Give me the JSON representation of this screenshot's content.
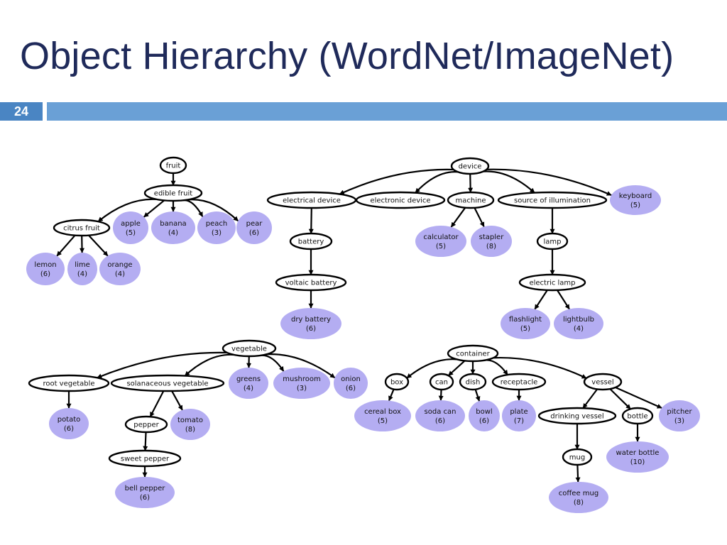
{
  "slide": {
    "title": "Object Hierarchy (WordNet/ImageNet)",
    "number": "24"
  },
  "colors": {
    "title": "#1f2a5a",
    "slide_number_bg": "#4a85c3",
    "header_bar": "#6aa0d6",
    "leaf_fill": "#b4adf2",
    "edge": "#000000"
  },
  "nodes": {
    "fruit": {
      "label": "fruit"
    },
    "edible_fruit": {
      "label": "edible fruit"
    },
    "citrus_fruit": {
      "label": "citrus fruit"
    },
    "apple": {
      "label": "apple",
      "count": "(5)"
    },
    "banana": {
      "label": "banana",
      "count": "(4)"
    },
    "peach": {
      "label": "peach",
      "count": "(3)"
    },
    "pear": {
      "label": "pear",
      "count": "(6)"
    },
    "lemon": {
      "label": "lemon",
      "count": "(6)"
    },
    "lime": {
      "label": "lime",
      "count": "(4)"
    },
    "orange": {
      "label": "orange",
      "count": "(4)"
    },
    "device": {
      "label": "device"
    },
    "electrical_device": {
      "label": "electrical device"
    },
    "electronic_device": {
      "label": "electronic device"
    },
    "machine": {
      "label": "machine"
    },
    "source_of_illumination": {
      "label": "source of illumination"
    },
    "keyboard": {
      "label": "keyboard",
      "count": "(5)"
    },
    "battery": {
      "label": "battery"
    },
    "voltaic_battery": {
      "label": "voltaic battery"
    },
    "dry_battery": {
      "label": "dry battery",
      "count": "(6)"
    },
    "calculator": {
      "label": "calculator",
      "count": "(5)"
    },
    "stapler": {
      "label": "stapler",
      "count": "(8)"
    },
    "lamp": {
      "label": "lamp"
    },
    "electric_lamp": {
      "label": "electric lamp"
    },
    "flashlight": {
      "label": "flashlight",
      "count": "(5)"
    },
    "lightbulb": {
      "label": "lightbulb",
      "count": "(4)"
    },
    "vegetable": {
      "label": "vegetable"
    },
    "root_vegetable": {
      "label": "root vegetable"
    },
    "solanaceous_vegetable": {
      "label": "solanaceous vegetable"
    },
    "greens": {
      "label": "greens",
      "count": "(4)"
    },
    "mushroom": {
      "label": "mushroom",
      "count": "(3)"
    },
    "onion": {
      "label": "onion",
      "count": "(6)"
    },
    "potato": {
      "label": "potato",
      "count": "(6)"
    },
    "pepper": {
      "label": "pepper"
    },
    "tomato": {
      "label": "tomato",
      "count": "(8)"
    },
    "sweet_pepper": {
      "label": "sweet pepper"
    },
    "bell_pepper": {
      "label": "bell pepper",
      "count": "(6)"
    },
    "container": {
      "label": "container"
    },
    "box": {
      "label": "box"
    },
    "can": {
      "label": "can"
    },
    "dish": {
      "label": "dish"
    },
    "receptacle": {
      "label": "receptacle"
    },
    "vessel": {
      "label": "vessel"
    },
    "cereal_box": {
      "label": "cereal box",
      "count": "(5)"
    },
    "soda_can": {
      "label": "soda can",
      "count": "(6)"
    },
    "bowl": {
      "label": "bowl",
      "count": "(6)"
    },
    "plate": {
      "label": "plate",
      "count": "(7)"
    },
    "drinking_vessel": {
      "label": "drinking vessel"
    },
    "bottle": {
      "label": "bottle"
    },
    "pitcher": {
      "label": "pitcher",
      "count": "(3)"
    },
    "mug": {
      "label": "mug"
    },
    "water_bottle": {
      "label": "water bottle",
      "count": "(10)"
    },
    "coffee_mug": {
      "label": "coffee mug",
      "count": "(8)"
    }
  },
  "edges": [
    [
      "fruit",
      "edible_fruit"
    ],
    [
      "edible_fruit",
      "citrus_fruit"
    ],
    [
      "edible_fruit",
      "apple"
    ],
    [
      "edible_fruit",
      "banana"
    ],
    [
      "edible_fruit",
      "peach"
    ],
    [
      "edible_fruit",
      "pear"
    ],
    [
      "citrus_fruit",
      "lemon"
    ],
    [
      "citrus_fruit",
      "lime"
    ],
    [
      "citrus_fruit",
      "orange"
    ],
    [
      "device",
      "electrical_device"
    ],
    [
      "device",
      "electronic_device"
    ],
    [
      "device",
      "machine"
    ],
    [
      "device",
      "source_of_illumination"
    ],
    [
      "device",
      "keyboard"
    ],
    [
      "electrical_device",
      "battery"
    ],
    [
      "battery",
      "voltaic_battery"
    ],
    [
      "voltaic_battery",
      "dry_battery"
    ],
    [
      "machine",
      "calculator"
    ],
    [
      "machine",
      "stapler"
    ],
    [
      "source_of_illumination",
      "lamp"
    ],
    [
      "lamp",
      "electric_lamp"
    ],
    [
      "electric_lamp",
      "flashlight"
    ],
    [
      "electric_lamp",
      "lightbulb"
    ],
    [
      "vegetable",
      "root_vegetable"
    ],
    [
      "vegetable",
      "solanaceous_vegetable"
    ],
    [
      "vegetable",
      "greens"
    ],
    [
      "vegetable",
      "mushroom"
    ],
    [
      "vegetable",
      "onion"
    ],
    [
      "root_vegetable",
      "potato"
    ],
    [
      "solanaceous_vegetable",
      "pepper"
    ],
    [
      "solanaceous_vegetable",
      "tomato"
    ],
    [
      "pepper",
      "sweet_pepper"
    ],
    [
      "sweet_pepper",
      "bell_pepper"
    ],
    [
      "container",
      "box"
    ],
    [
      "container",
      "can"
    ],
    [
      "container",
      "dish"
    ],
    [
      "container",
      "receptacle"
    ],
    [
      "container",
      "vessel"
    ],
    [
      "box",
      "cereal_box"
    ],
    [
      "can",
      "soda_can"
    ],
    [
      "dish",
      "bowl"
    ],
    [
      "receptacle",
      "plate"
    ],
    [
      "vessel",
      "drinking_vessel"
    ],
    [
      "vessel",
      "bottle"
    ],
    [
      "vessel",
      "pitcher"
    ],
    [
      "drinking_vessel",
      "mug"
    ],
    [
      "mug",
      "coffee_mug"
    ],
    [
      "bottle",
      "water_bottle"
    ]
  ]
}
